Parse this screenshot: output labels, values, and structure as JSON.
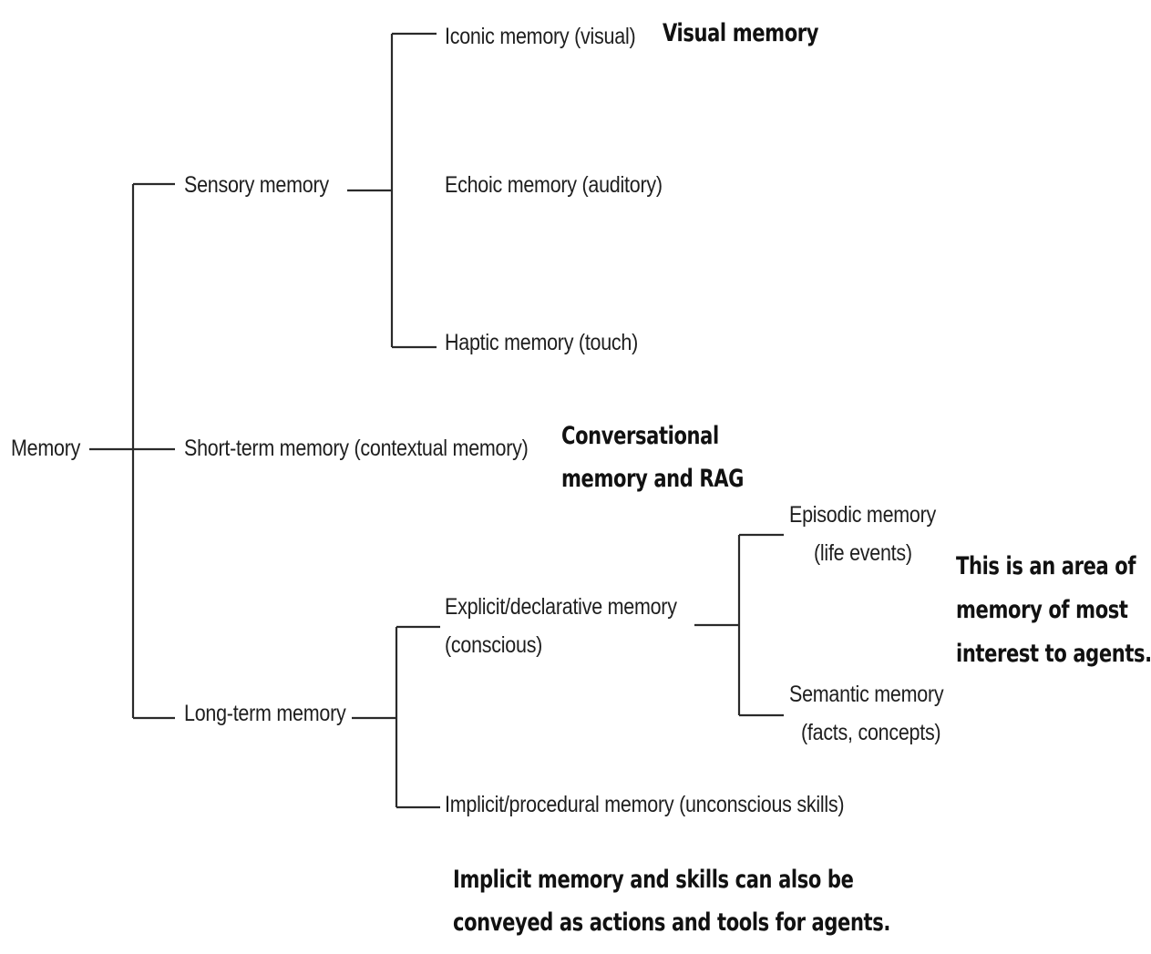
{
  "diagram": {
    "root": "Memory",
    "level1": {
      "sensory": "Sensory memory",
      "short_term": "Short-term memory (contextual memory)",
      "long_term": "Long-term memory"
    },
    "sensory_children": {
      "iconic": "Iconic memory (visual)",
      "echoic": "Echoic memory (auditory)",
      "haptic": "Haptic memory (touch)"
    },
    "long_term_children": {
      "explicit": [
        "Explicit/declarative memory",
        "(conscious)"
      ],
      "implicit": "Implicit/procedural memory (unconscious skills)"
    },
    "explicit_children": {
      "episodic": [
        "Episodic memory",
        "(life events)"
      ],
      "semantic": [
        "Semantic memory",
        "(facts, concepts)"
      ]
    },
    "annotations": {
      "visual": "Visual memory",
      "conversational": [
        "Conversational",
        "memory and RAG"
      ],
      "agents_interest": [
        "This is an area of",
        "memory of most",
        "interest to agents."
      ],
      "implicit_note": [
        "Implicit memory and skills can also be",
        "conveyed as actions and tools for agents."
      ]
    }
  }
}
